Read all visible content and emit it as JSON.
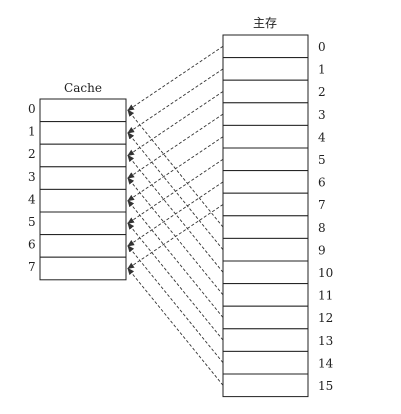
{
  "cache": {
    "label": "Cache",
    "line_numbers": [
      "0",
      "1",
      "2",
      "3",
      "4",
      "5",
      "6",
      "7"
    ]
  },
  "main_memory": {
    "label": "主存",
    "block_numbers": [
      "0",
      "1",
      "2",
      "3",
      "4",
      "5",
      "6",
      "7",
      "8",
      "9",
      "10",
      "11",
      "12",
      "13",
      "14",
      "15"
    ]
  },
  "mapping": [
    {
      "from": "0",
      "to": "0"
    },
    {
      "from": "1",
      "to": "1"
    },
    {
      "from": "2",
      "to": "2"
    },
    {
      "from": "3",
      "to": "3"
    },
    {
      "from": "4",
      "to": "4"
    },
    {
      "from": "5",
      "to": "5"
    },
    {
      "from": "6",
      "to": "6"
    },
    {
      "from": "7",
      "to": "7"
    },
    {
      "from": "8",
      "to": "0"
    },
    {
      "from": "9",
      "to": "1"
    },
    {
      "from": "10",
      "to": "2"
    },
    {
      "from": "11",
      "to": "3"
    },
    {
      "from": "12",
      "to": "4"
    },
    {
      "from": "13",
      "to": "5"
    },
    {
      "from": "14",
      "to": "6"
    },
    {
      "from": "15",
      "to": "7"
    }
  ],
  "colors": {
    "line": "#222222",
    "arrow": "#333333",
    "background": "#ffffff"
  }
}
